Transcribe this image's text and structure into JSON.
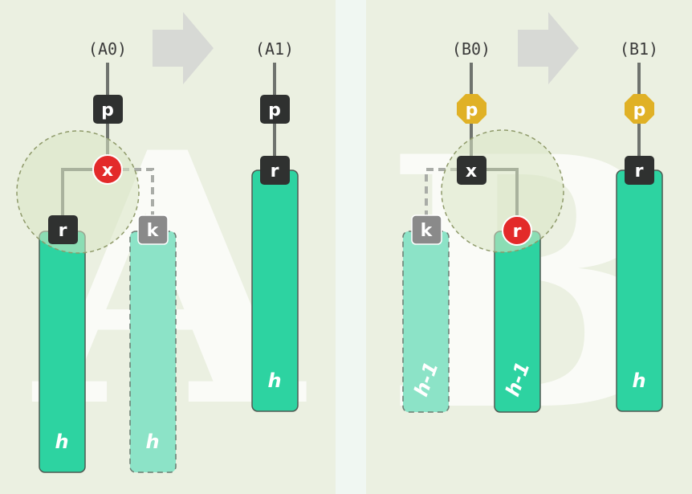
{
  "colors": {
    "panel_bg": "#ebf0e1",
    "subtree_solid": "#2dd3a1",
    "subtree_ghost": "#8ce3c7",
    "node_dark": "#2f3130",
    "node_red": "#e32a2a",
    "node_gold": "#e0b126",
    "node_ghost": "#8a8a8a"
  },
  "panel_a": {
    "label_before": "(A0)",
    "label_after": "(A1)",
    "before": {
      "parent": "p",
      "removed": "x",
      "left_child": "r",
      "right_child": "k",
      "left_subtree": "h",
      "right_subtree": "h"
    },
    "after": {
      "parent": "p",
      "child": "r",
      "subtree": "h"
    }
  },
  "panel_b": {
    "label_before": "(B0)",
    "label_after": "(B1)",
    "before": {
      "parent": "p",
      "removed": "x",
      "left_child": "k",
      "right_child": "r",
      "left_subtree": "h-1",
      "right_subtree": "h-1"
    },
    "after": {
      "parent": "p",
      "child": "r",
      "subtree": "h"
    }
  }
}
